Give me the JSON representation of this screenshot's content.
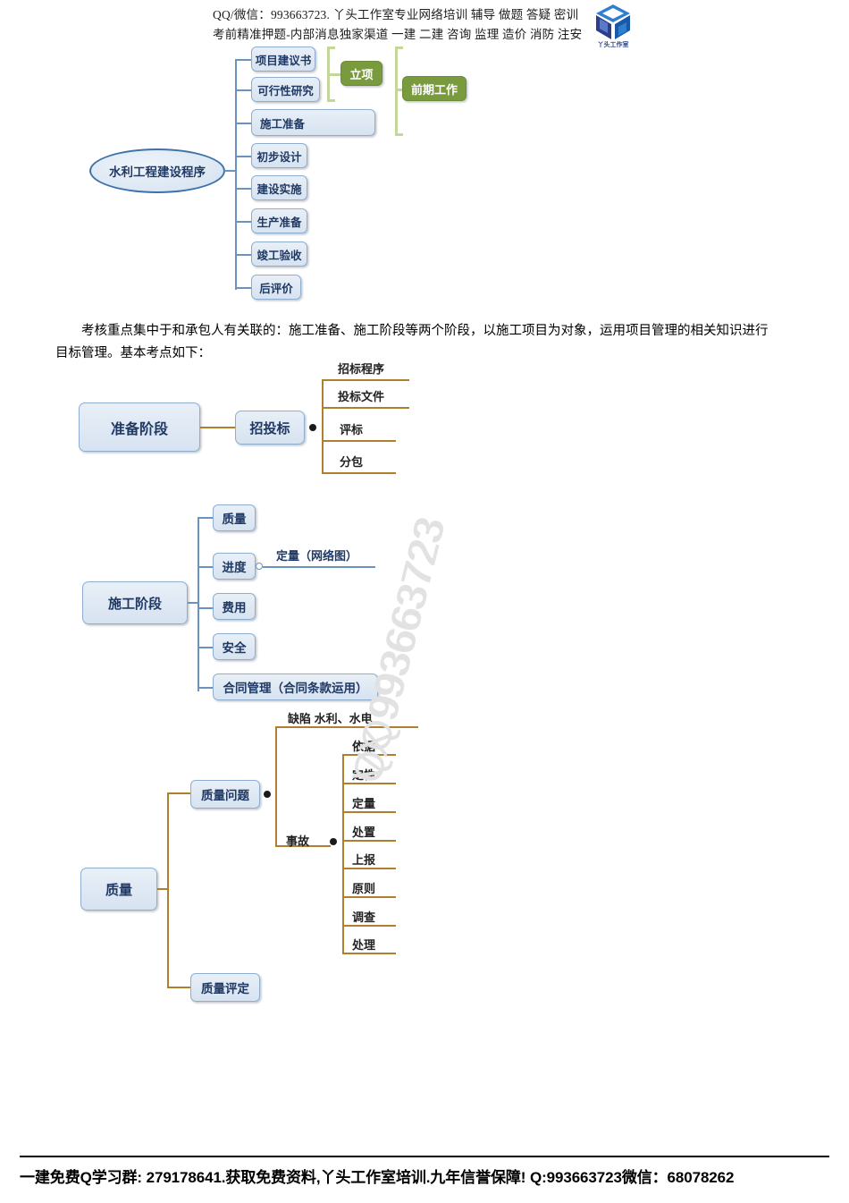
{
  "header": {
    "line1": "QQ/微信：993663723. 丫头工作室专业网络培训 辅导 做题 答疑 密训",
    "line2": "考前精准押题-内部消息独家渠道 一建 二建 咨询 监理 造价 消防 注安",
    "logo_caption": "丫头工作室"
  },
  "watermark": {
    "line1": "QQ993663723",
    "line2": "VX 993663723"
  },
  "colors": {
    "node_fill": "#dce6f2",
    "node_border": "#8eaed0",
    "node_text": "#1f3864",
    "green_fill": "#7a9a3e",
    "green_bracket": "#c3d69b",
    "brown_line": "#b07f2e",
    "blue_line": "#6b93c0"
  },
  "diagram_top": {
    "root": "水利工程建设程序",
    "steps": [
      "项目建议书",
      "可行性研究",
      "施工准备",
      "初步设计",
      "建设实施",
      "生产准备",
      "竣工验收",
      "后评价"
    ],
    "group_立项": "立项",
    "group_前期工作": "前期工作"
  },
  "paragraph": {
    "line1": "考核重点集中于和承包人有关联的：施工准备、施工阶段等两个阶段，以施工项目为对象，运用项目管理的相关知识进行",
    "line2": "目标管理。基本考点如下："
  },
  "diagram_prep": {
    "root": "准备阶段",
    "branch": "招投标",
    "leaves": [
      "招标程序",
      "投标文件",
      "评标",
      "分包"
    ]
  },
  "diagram_constr": {
    "root": "施工阶段",
    "children": [
      "质量",
      "进度",
      "费用",
      "安全",
      "合同管理（合同条款运用）"
    ],
    "progress_note": "定量（网络图）"
  },
  "diagram_quality": {
    "root": "质量",
    "children": [
      "质量问题",
      "质量评定"
    ],
    "defect_label": "缺陷  水利、水电",
    "accident_label": "事故",
    "accident_items": [
      "依据",
      "定性",
      "定量",
      "处置",
      "上报",
      "原则",
      "调查",
      "处理"
    ]
  },
  "footer": {
    "text": "一建免费Q学习群: 279178641.获取免费资料,丫头工作室培训.九年信誉保障! Q:993663723微信：68078262"
  }
}
